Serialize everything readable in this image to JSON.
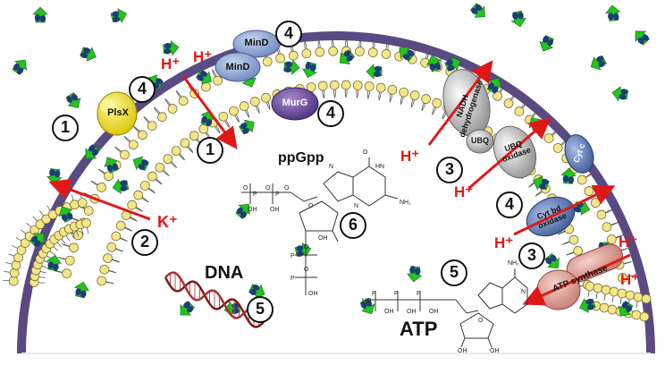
{
  "labels": {
    "ppgpp": "ppGpp",
    "dna": "DNA",
    "atp": "ATP",
    "h_plus": "H⁺",
    "k_plus": "K⁺"
  },
  "proteins": {
    "plsx": "PlsX",
    "mind": "MinD",
    "murg": "MurG",
    "nadh": "NADH dehydrogenase",
    "ubq": "UBQ",
    "ubq_oxidase": "UBQ oxidase",
    "cytc": "Cyt c",
    "cytbd": "Cyt bd oxidase",
    "atp_synthase": "ATP synthase"
  },
  "numbers": {
    "n1": "1",
    "n2": "2",
    "n3": "3",
    "n4": "4",
    "n5": "5",
    "n6": "6"
  },
  "colors": {
    "cell_wall": "#5a4a82",
    "lipid_head": "#f3e58a",
    "arrow_red": "#e01818",
    "green_ligand": "#22c41f",
    "blue_ligand": "#1d3c78",
    "mind_blue": "#8fa8d8",
    "murg_purple": "#6a4a98",
    "plsx_yellow": "#f0e020",
    "atp_synthase_pink": "#e6a9a2"
  },
  "chem": {
    "o": "O",
    "oh": "OH",
    "nh2": "NH₂",
    "n": "N",
    "hn": "HN",
    "p": "P",
    "ho": "HO"
  }
}
